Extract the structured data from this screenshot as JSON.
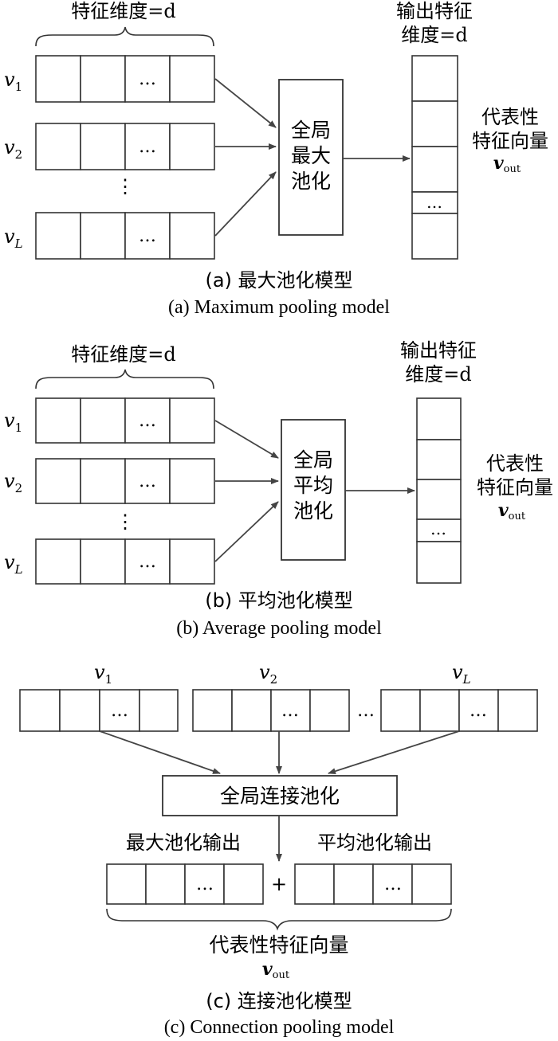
{
  "panel_a": {
    "input_width_label": "特征维度=d",
    "row_labels": [
      "v1",
      "v2",
      "vL"
    ],
    "ellipsis": "…",
    "pool_box_lines": [
      "全局",
      "最大",
      "池化"
    ],
    "output_label_lines": [
      "输出特征",
      "维度=d"
    ],
    "rep_label_lines": [
      "代表性",
      "特征向量",
      "vout"
    ],
    "caption_cn": "(a) 最大池化模型",
    "caption_en": "(a) Maximum pooling model"
  },
  "panel_b": {
    "input_width_label": "特征维度=d",
    "row_labels": [
      "v1",
      "v2",
      "vL"
    ],
    "ellipsis": "…",
    "pool_box_lines": [
      "全局",
      "平均",
      "池化"
    ],
    "output_label_lines": [
      "输出特征",
      "维度=d"
    ],
    "rep_label_lines": [
      "代表性",
      "特征向量",
      "vout"
    ],
    "caption_cn": "(b) 平均池化模型",
    "caption_en": "(b) Average pooling model"
  },
  "panel_c": {
    "vector_labels": [
      "v1",
      "v2",
      "vL"
    ],
    "ellipsis": "…",
    "pool_box": "全局连接池化",
    "max_output_label": "最大池化输出",
    "avg_output_label": "平均池化输出",
    "plus": "+",
    "rep_label": "代表性特征向量",
    "rep_symbol": "vout",
    "caption_cn": "(c) 连接池化模型",
    "caption_en": "(c) Connection pooling model"
  }
}
